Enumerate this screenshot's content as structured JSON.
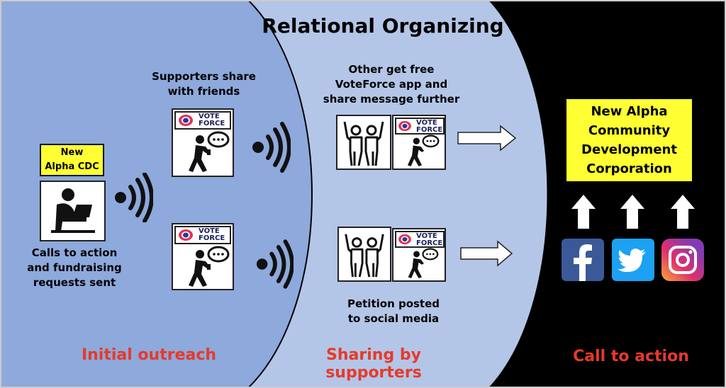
{
  "title": "Relational Organizing",
  "sections": {
    "initial": "Initial outreach",
    "sharing": "Sharing by supporters",
    "call": "Call to action"
  },
  "left": {
    "box_line1": "New",
    "box_line2": "Alpha CDC",
    "caption_line1": "Calls to action",
    "caption_line2": "and fundraising",
    "caption_line3": "requests sent"
  },
  "supporters": {
    "line1": "Supporters share",
    "line2": "with friends"
  },
  "vote_force": {
    "word1": "VOTE",
    "word2": "FORCE"
  },
  "others": {
    "line1": "Other get free",
    "line2": "VoteForce app and",
    "line3": "share message further"
  },
  "petition": {
    "line1": "Petition posted",
    "line2": "to social media"
  },
  "right_box": {
    "line1": "New Alpha",
    "line2": "Community",
    "line3": "Development",
    "line4": "Corporation"
  },
  "colors": {
    "outer_region": "#8ea9db",
    "middle_region": "#b4c6e7",
    "right_region": "#000000",
    "highlight_box": "#ffff33",
    "section_label": "#e53a2a",
    "facebook": "#3b5998",
    "twitter": "#1da1f2"
  },
  "icons": [
    "laptop-user-icon",
    "wifi-signal-icon",
    "vote-force-logo",
    "person-with-phone-icon",
    "cheering-people-icon",
    "right-arrow-icon",
    "up-arrow-icon",
    "facebook-icon",
    "twitter-icon",
    "instagram-icon"
  ]
}
